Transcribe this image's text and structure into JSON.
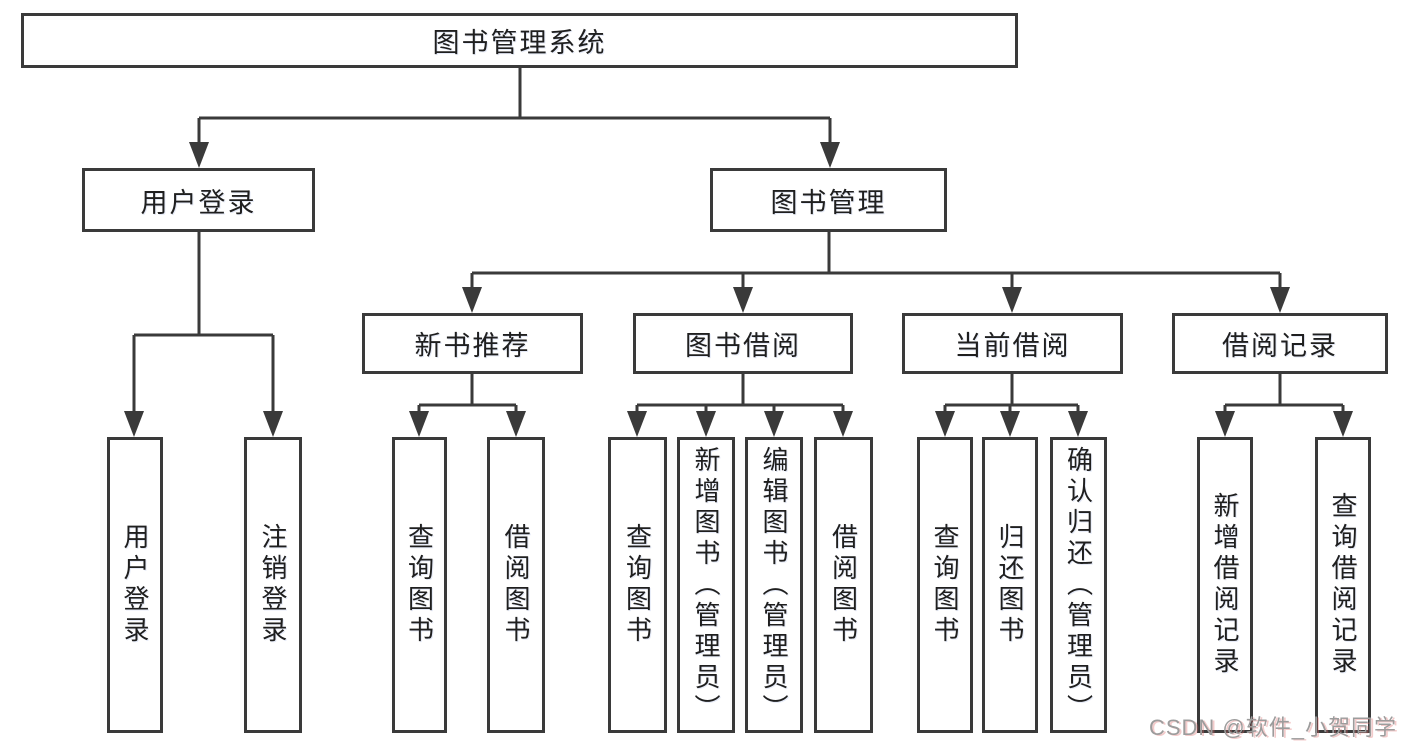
{
  "tree": {
    "label": "图书管理系统",
    "children": [
      {
        "label": "用户登录",
        "children": [
          {
            "label": "用户登录"
          },
          {
            "label": "注销登录"
          }
        ]
      },
      {
        "label": "图书管理",
        "children": [
          {
            "label": "新书推荐",
            "children": [
              {
                "label": "查询图书"
              },
              {
                "label": "借阅图书"
              }
            ]
          },
          {
            "label": "图书借阅",
            "children": [
              {
                "label": "查询图书"
              },
              {
                "label": "新增图书（管理员）"
              },
              {
                "label": "编辑图书（管理员）"
              },
              {
                "label": "借阅图书"
              }
            ]
          },
          {
            "label": "当前借阅",
            "children": [
              {
                "label": "查询图书"
              },
              {
                "label": "归还图书"
              },
              {
                "label": "确认归还（管理员）"
              }
            ]
          },
          {
            "label": "借阅记录",
            "children": [
              {
                "label": "新增借阅记录"
              },
              {
                "label": "查询借阅记录"
              }
            ]
          }
        ]
      }
    ]
  },
  "watermark": {
    "text": "CSDN @软件_小贺同学"
  },
  "colors": {
    "line": "#3a3a3a",
    "text": "#1f1f1f",
    "watermark": "#9c9c9c"
  }
}
